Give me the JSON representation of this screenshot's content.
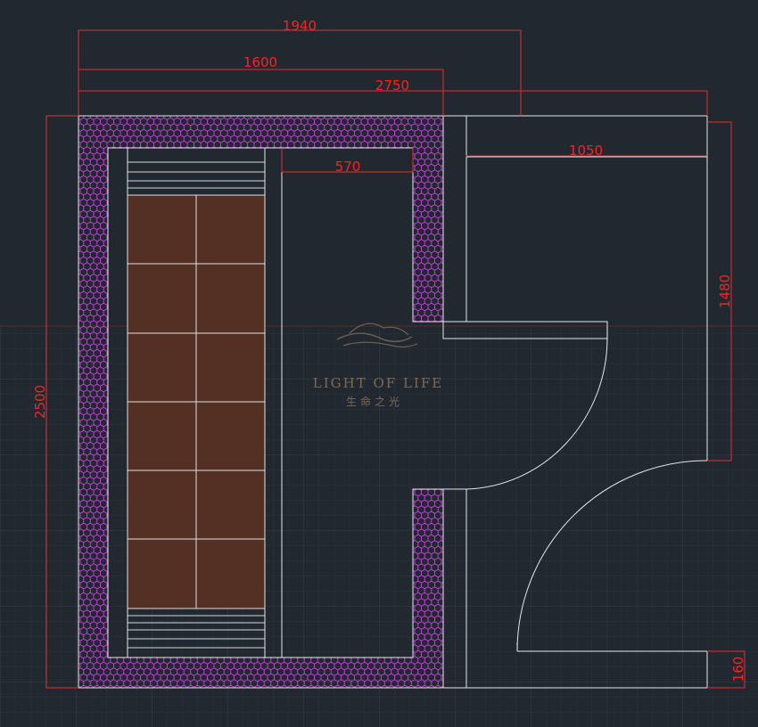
{
  "dimensions": {
    "d1940": "1940",
    "d1600": "1600",
    "d2750": "2750",
    "d570": "570",
    "d1050": "1050",
    "d1480": "1480",
    "d2500": "2500",
    "d160": "160"
  },
  "watermark": {
    "title": "LIGHT OF LIFE",
    "subtitle": "生命之光"
  },
  "colors": {
    "background": "#212830",
    "dimension": "#ff2020",
    "hex_fill": "#c23bd6",
    "bench": "#532f24",
    "outline": "#e8e8e8"
  }
}
